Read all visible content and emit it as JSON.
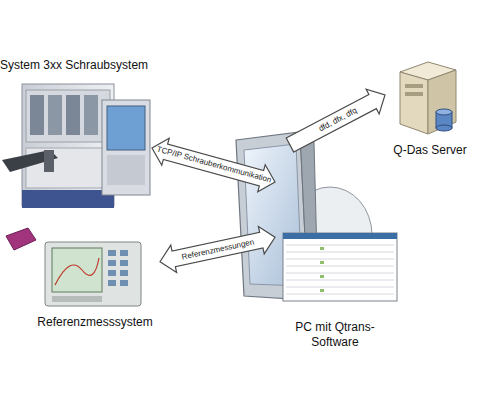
{
  "diagram": {
    "nodes": [
      {
        "text": [
          "System 3xx Schraubsystem"
        ]
      },
      {
        "text": [
          "Q-Das Server"
        ]
      },
      {
        "text": [
          "Referenzmesssystem"
        ]
      },
      {
        "text": [
          "PC mit Qtrans- Software"
        ]
      }
    ],
    "edges": [
      {
        "from": 0,
        "to": 3,
        "arrow": "both",
        "label": "TCP/IP Schrauberkommunikation"
      },
      {
        "from": 2,
        "to": 3,
        "arrow": "both",
        "label": "Referenzmessungen"
      },
      {
        "from": 3,
        "to": 1,
        "arrow": "to",
        "label": "dfd, dfx, dfq"
      }
    ]
  }
}
